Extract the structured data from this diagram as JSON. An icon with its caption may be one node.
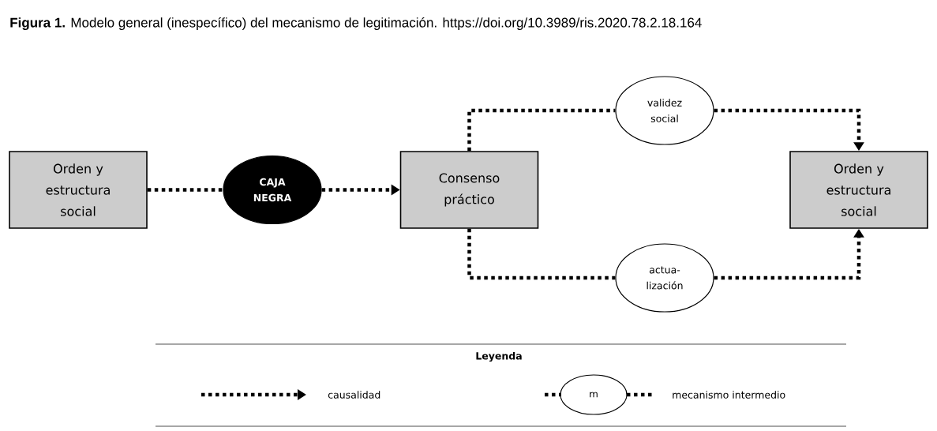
{
  "diagram": {
    "title": "**Figura 1.** Modelo general (inespecífico) del mecanismo de legitimación. https://doi.org/10.3989/ris.2020.78.2.18.164",
    "nodes": [
      {
        "text": [
          "Orden y estructura social"
        ]
      },
      {
        "text": [
          "CAJA NEGRA"
        ]
      },
      {
        "text": [
          "Consenso práctico"
        ]
      },
      {
        "text": [
          "validez social"
        ]
      },
      {
        "text": [
          "actua- lización"
        ]
      },
      {
        "text": [
          "Orden y estructura social"
        ]
      }
    ],
    "edges": [
      {
        "from": 0,
        "to": 1,
        "arrow": "none"
      },
      {
        "from": 1,
        "to": 2,
        "arrow": "to"
      },
      {
        "from": 2,
        "to": 3,
        "arrow": "none"
      },
      {
        "from": 3,
        "to": 5,
        "arrow": "to"
      },
      {
        "from": 2,
        "to": 4,
        "arrow": "none"
      },
      {
        "from": 4,
        "to": 5,
        "arrow": "to"
      }
    ],
    "labels": [
      "Leyenda",
      "m"
    ],
    "legend": [
      {
        "text": "causalidad"
      },
      {
        "text": "mecanismo intermedio"
      }
    ]
  }
}
